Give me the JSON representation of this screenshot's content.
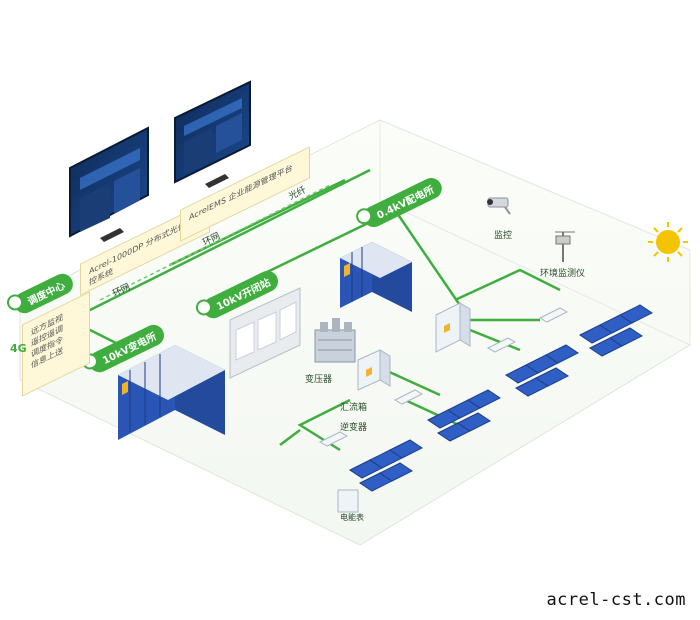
{
  "site": {
    "watermark": "acrel-cst.com"
  },
  "systems": {
    "monitor_left": "Acrel-1000DP 分布式光伏监控系统",
    "monitor_right": "AcrelEMS 企业能源管理平台"
  },
  "network": {
    "link_left": "环网",
    "link_mid": "环网",
    "link_right": "光纤"
  },
  "dispatch": {
    "title": "调度中心",
    "items": [
      "远方监视",
      "遥控遥调",
      "调度指令",
      "信息上送"
    ],
    "signal": "4G"
  },
  "substations": {
    "sub_10kv": "10kV变电所",
    "sub_10kv_switch": "10kV开闭站",
    "sub_04kv": "0.4kV配电所"
  },
  "equipment": {
    "transformer": "变压器",
    "combiner": "汇流箱",
    "inverter": "逆变器",
    "monitor_cam": "监控",
    "weather": "环境监测仪",
    "meter": "电能表"
  },
  "colors": {
    "accent": "#3fae3f",
    "cabinet": "#2b55b5",
    "panel": "#2f5fc4",
    "sun": "#f5c400"
  }
}
